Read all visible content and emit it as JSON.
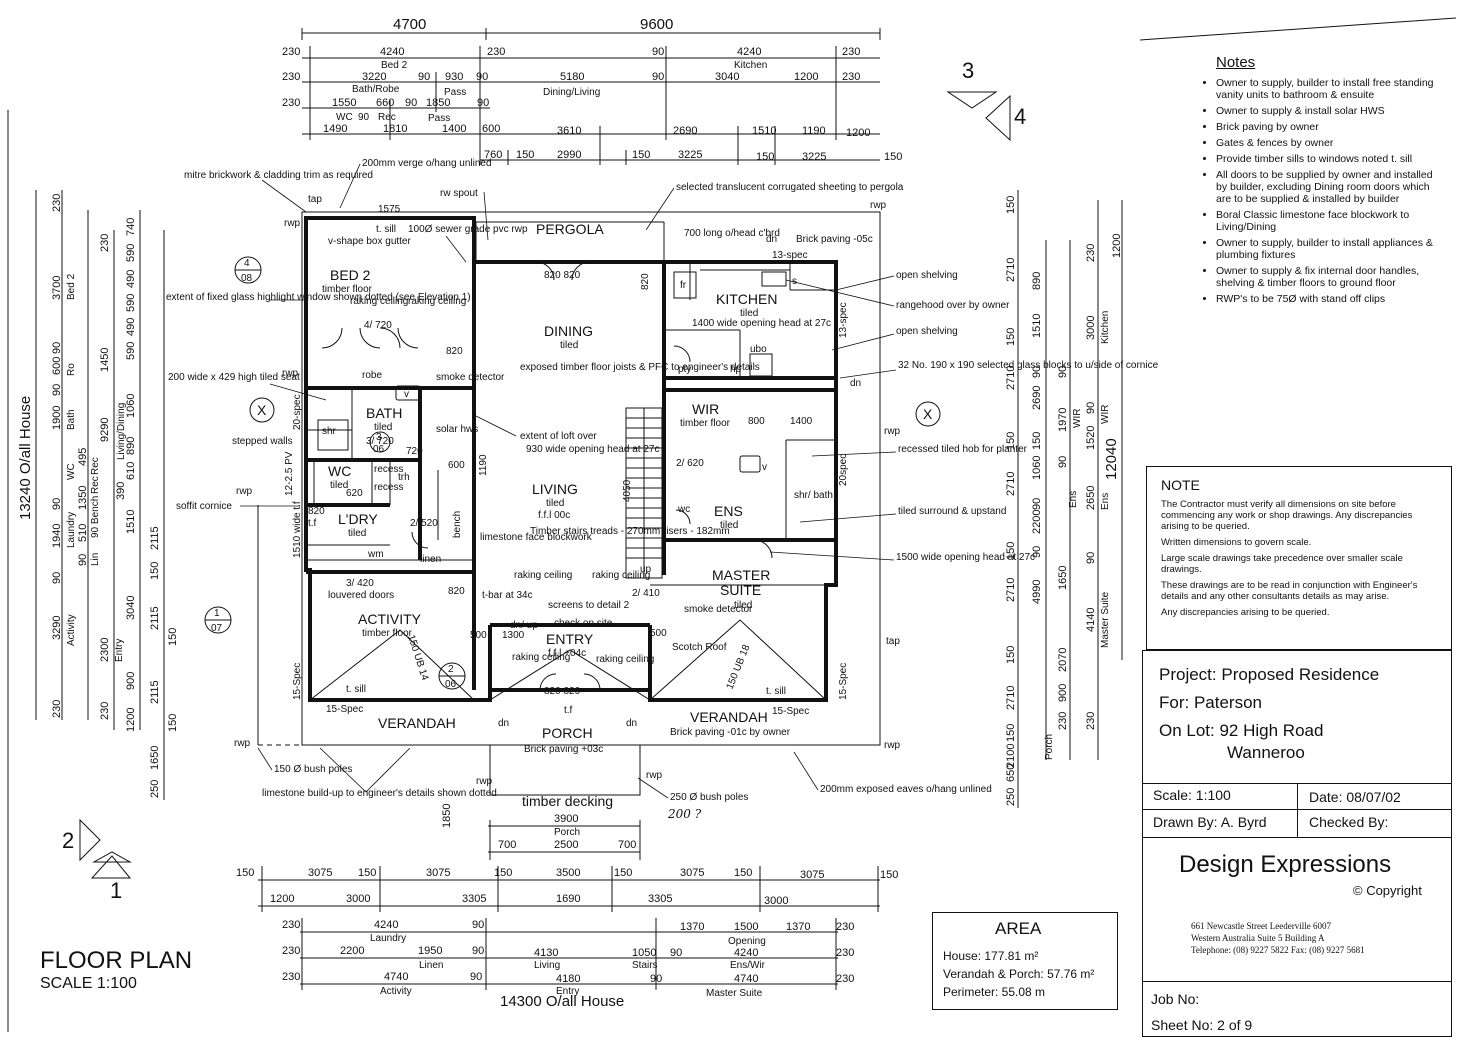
{
  "overall_dims": {
    "top_left": "4700",
    "top_right": "9600",
    "left_height": "13240 O/all House",
    "right_height": "12040",
    "bottom_width": "14300 O/all House"
  },
  "top_dims": {
    "row1": [
      "230",
      "4240",
      "230",
      "90",
      "4240",
      "230"
    ],
    "row1_labels": [
      "Bed 2",
      "Kitchen"
    ],
    "row2": [
      "230",
      "3220",
      "90",
      "930",
      "90",
      "5180",
      "90",
      "3040",
      "1200",
      "230"
    ],
    "row2_labels": [
      "Bath/Robe",
      "Pass",
      "Dining/Living"
    ],
    "row3": [
      "230",
      "1550",
      "660",
      "90",
      "1850",
      "90"
    ],
    "row3_labels": [
      "WC",
      "90",
      "Rec",
      "Pass"
    ],
    "row4": [
      "1490",
      "1810",
      "1400",
      "600",
      "3610",
      "2690",
      "1510",
      "1190",
      "1200"
    ],
    "row5": [
      "760",
      "150",
      "2990",
      "150",
      "3225",
      "150",
      "3225",
      "150"
    ]
  },
  "left_dims": {
    "outer": [
      "230",
      "3700",
      "90",
      "600",
      "90",
      "1900",
      "90",
      "1940",
      "90",
      "3290",
      "230"
    ],
    "outer_labels": [
      "Bed 2",
      "Ro",
      "Bath",
      "Laundry",
      "Activity"
    ],
    "mid": [
      "740",
      "590",
      "490",
      "590",
      "490",
      "590",
      "495",
      "510"
    ],
    "inner": [
      "230",
      "1450",
      "1060",
      "890",
      "610",
      "390",
      "1510",
      "150",
      "3040",
      "2300",
      "900",
      "1200",
      "230"
    ],
    "inner_labels": [
      "Living/Dining",
      "WC",
      "Rec",
      "Rec",
      "90 Bench",
      "Lin",
      "Entry"
    ],
    "sub": [
      "9290",
      "1350",
      "90",
      "2115",
      "2115",
      "2115",
      "150",
      "150",
      "150",
      "1650",
      "250"
    ]
  },
  "right_dims": {
    "outer": [
      "150",
      "2710",
      "150",
      "2710",
      "150",
      "2710",
      "150",
      "2710",
      "150",
      "2710",
      "150",
      "2100",
      "650",
      "250"
    ],
    "mid": [
      "1200",
      "230",
      "890",
      "1510",
      "90",
      "2690",
      "150",
      "1060",
      "90",
      "2200",
      "90",
      "1650",
      "4990",
      "2070",
      "900",
      "230"
    ],
    "inner": [
      "3000",
      "90",
      "1970",
      "90",
      "1520",
      "90",
      "2650",
      "90",
      "4140",
      "230"
    ],
    "labels": [
      "Kitchen",
      "WIR",
      "WIR",
      "Ens",
      "Ens",
      "Master Suite",
      "Porch"
    ]
  },
  "bottom_dims": {
    "row1": [
      "150",
      "3075",
      "150",
      "3075",
      "150",
      "3500",
      "150",
      "3075",
      "150",
      "3075",
      "150"
    ],
    "row2": [
      "1200",
      "3000",
      "3305",
      "1690",
      "3305",
      "3000"
    ],
    "row3": [
      "230",
      "4240",
      "90",
      "1370",
      "1500",
      "1370",
      "230"
    ],
    "row3_labels": [
      "Laundry",
      "Opening"
    ],
    "row4": [
      "230",
      "2200",
      "1950",
      "90",
      "4130",
      "1050",
      "90",
      "4240",
      "230"
    ],
    "row4_labels": [
      "Linen",
      "Living",
      "Stairs",
      "Ens/Wir"
    ],
    "row5": [
      "230",
      "4740",
      "90",
      "4180",
      "90",
      "4740",
      "230"
    ],
    "row5_labels": [
      "Activity",
      "Entry",
      "Master Suite"
    ],
    "porch": [
      "3900",
      "Porch",
      "700",
      "2500",
      "700"
    ],
    "porch_depth": "1850"
  },
  "rooms": {
    "bed2": {
      "name": "BED 2",
      "sub": "timber floor"
    },
    "pergola": {
      "name": "PERGOLA"
    },
    "dining": {
      "name": "DINING",
      "sub": "tiled"
    },
    "kitchen": {
      "name": "KITCHEN",
      "sub": "tiled"
    },
    "bath": {
      "name": "BATH",
      "sub": "tiled"
    },
    "wc": {
      "name": "WC",
      "sub": "tiled"
    },
    "ldry": {
      "name": "L'DRY",
      "sub": "tiled"
    },
    "wir": {
      "name": "WIR",
      "sub": "timber floor"
    },
    "ens": {
      "name": "ENS",
      "sub": "tiled"
    },
    "living": {
      "name": "LIVING",
      "sub": "tiled",
      "sub2": "f.f.l 00c"
    },
    "master": {
      "name": "MASTER",
      "name2": "SUITE",
      "sub": "tiled"
    },
    "activity": {
      "name": "ACTIVITY",
      "sub": "timber floor"
    },
    "entry": {
      "name": "ENTRY",
      "sub": "f.f.l +04c"
    },
    "porch": {
      "name": "PORCH",
      "sub": "Brick paving +03c"
    },
    "verandah_l": {
      "name": "VERANDAH"
    },
    "verandah_r": {
      "name": "VERANDAH",
      "sub": "Brick paving -01c by owner"
    },
    "decking": {
      "name": "timber decking"
    }
  },
  "small_labels": {
    "robe": "robe",
    "linen": "linen",
    "pty": "pty",
    "hp": "hp",
    "ubo": "ubo",
    "fr": "fr",
    "s": "s",
    "shr": "shr",
    "v": "v",
    "wm": "wm",
    "trh": "trh",
    "recess": "recess",
    "bench": "bench",
    "shr_bath": "shr/ bath",
    "wc2": "wc",
    "dn": "dn",
    "up": "up",
    "dn_up": "dn/ up",
    "tsill": "t. sill",
    "tf": "t.f",
    "rwp": "rwp",
    "tap": "tap",
    "spec15": "15-Spec",
    "spec13": "13-spec",
    "spec20": "20-spec",
    "spec20b": "20spec",
    "pv": "12-2.5 PV",
    "width1510": "1510 wide t.f",
    "d820": "820",
    "d720": "720",
    "d600": "600",
    "d500": "500",
    "w4_720": "4/ 720",
    "w2_620": "2/ 620",
    "w2_520": "2/ 520",
    "w3_420": "3/ 420",
    "w2_410": "2/ 410",
    "w3_720": "3/ 720",
    "w800": "800",
    "w1400": "1400",
    "s620": "620",
    "s1190": "1190",
    "s4050": "4050",
    "w1300": "1300",
    "w820_820": "820 820",
    "t1575": "1575"
  },
  "annotations": {
    "mitre": "mitre brickwork & cladding trim as required",
    "verge": "200mm verge o/hang unlined",
    "rwspout": "rw spout",
    "corrugated": "selected translucent corrugated sheeting to pergola",
    "sewer": "100Ø sewer grade pvc rwp",
    "vshape": "v-shape box gutter",
    "raking": "raking ceiling",
    "extent_window": "extent of fixed glass highlight window shown dotted (see Elevation 1)",
    "tiled_seat": "200 wide x 429 high tiled seat",
    "stepped": "stepped walls",
    "soffit": "soffit cornice",
    "smoke": "smoke detector",
    "solar": "solar hws",
    "joists": "exposed timber floor joists & PFC to engineer's details",
    "loft": "extent of loft over",
    "opening930": "930 wide opening head at 27c",
    "stairs": "Timber stairs treads - 270mm risers - 182mm",
    "limestone_face": "limestone face blockwork",
    "tbar": "t-bar at 34c",
    "screens": "screens to detail 2",
    "checksite": "check on site",
    "louvered": "louvered doors",
    "scotch": "Scotch Roof",
    "ub14": "150 UB 14",
    "ub18": "150 UB 18",
    "head700": "700 long o/head c'brd",
    "brickpaving": "Brick paving -05c",
    "open_shelving": "open shelving",
    "rangehood": "rangehood over by owner",
    "open_shelving2": "open shelving",
    "glassblocks": "32 No. 190 x 190 selected glass blocks to u/side of cornice",
    "opening1400": "1400 wide opening head at 27c",
    "hob": "recessed tiled hob for planter",
    "surround": "tiled surround & upstand",
    "opening1500": "1500 wide opening head at 27c",
    "bushpoles150": "150 Ø bush poles",
    "limestone_build": "limestone build-up to engineer's details shown dotted",
    "bushpoles250": "250 Ø bush poles",
    "handwritten": "200 ?",
    "eaves": "200mm exposed eaves o/hang unlined"
  },
  "markers": {
    "m4_08_top": "4",
    "m4_08_bot": "08",
    "m1_07_top": "1",
    "m1_07_bot": "07",
    "m2_06_top": "2",
    "m2_06_bot": "06",
    "x_left": "X",
    "x_right": "X",
    "sec3": "3",
    "sec4": "4",
    "sec2": "2",
    "sec1": "1",
    "bath_mark_top": "3",
    "bath_mark_bot": "06"
  },
  "notes": {
    "title": "Notes",
    "items": [
      "Owner to supply, builder to install free standing vanity units to bathroom & ensuite",
      "Owner to supply & install solar HWS",
      "Brick paving by owner",
      "Gates & fences by owner",
      "Provide timber sills to windows noted t. sill",
      "All doors to be supplied by owner and installed by builder, excluding Dining room doors which are to be supplied & installed by builder",
      "Boral Classic limestone face blockwork to Living/Dining",
      "Owner to supply, builder to install appliances & plumbing fixtures",
      "Owner to supply & fix internal door handles, shelving & timber floors to ground floor",
      "RWP's to be 75Ø with stand off clips"
    ]
  },
  "contractor_note": {
    "title": "NOTE",
    "lines": [
      "The Contractor must verify all dimensions on site before commencing any work or shop drawings. Any discrepancies arising to be queried.",
      "Written dimensions to govern scale.",
      "Large scale drawings take precedence over smaller scale drawings.",
      "These drawings are to be read in conjunction with Engineer's details and any other consultants details as may arise.",
      "Any discrepancies arising to be queried."
    ]
  },
  "title_block": {
    "project": "Project: Proposed Residence",
    "for": "For: Paterson",
    "lot": "On Lot: 92 High Road",
    "suburb": "Wanneroo",
    "scale": "Scale: 1:100",
    "date": "Date: 08/07/02",
    "drawn": "Drawn By: A. Byrd",
    "checked": "Checked By:",
    "company": "Design Expressions",
    "copyright": "© Copyright",
    "address1": "661 Newcastle Street    Leederville  6007",
    "address2": "Western Australia   Suite 5   Building A",
    "phone": "Telephone: (08) 9227 5822   Fax: (08) 9227 5681",
    "job": "Job No:",
    "sheet": "Sheet No:  2 of 9"
  },
  "area": {
    "title": "AREA",
    "house": "House: 177.81 m²",
    "verandah": "Verandah & Porch: 57.76 m²",
    "perimeter": "Perimeter: 55.08 m"
  },
  "plan_title": {
    "title": "FLOOR PLAN",
    "scale": "SCALE 1:100"
  }
}
